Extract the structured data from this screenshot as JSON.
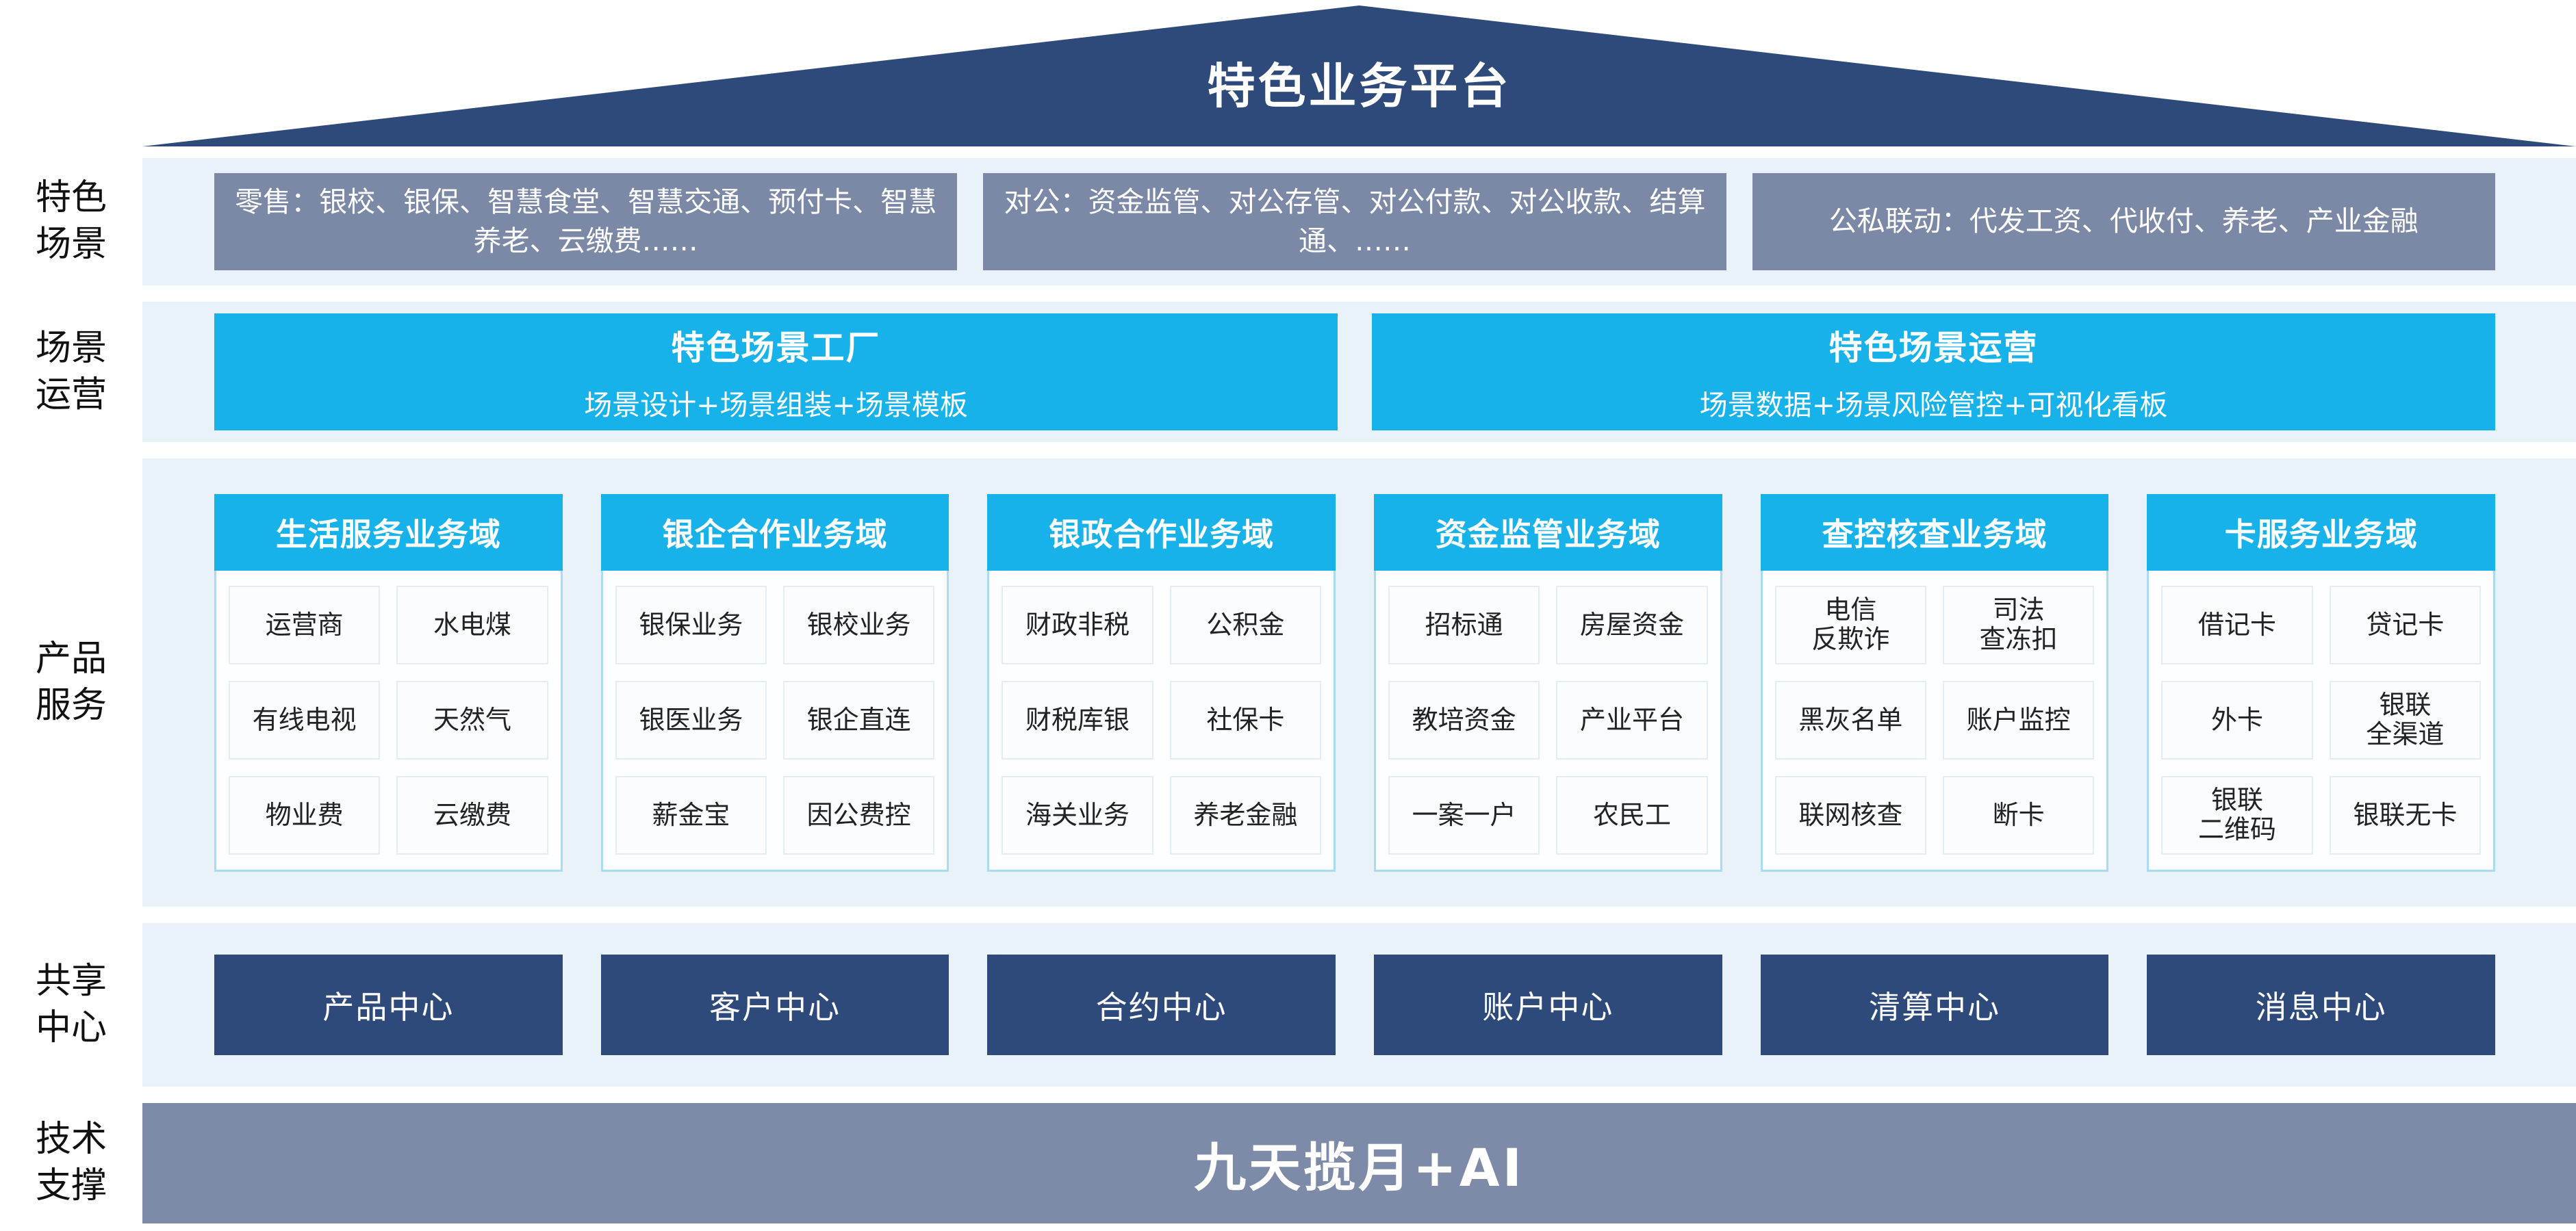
{
  "title": "特色业务平台",
  "colors": {
    "navy": "#2d4a7b",
    "cyan": "#18b2ea",
    "gray_blue": "#7b88a6",
    "tech_bar_gray": "#7d8ba9",
    "band_background": "#e9f2f9"
  },
  "rows": {
    "scenes": {
      "label": "特色\n场景",
      "boxes": [
        "零售：银校、银保、智慧食堂、智慧交通、预付卡、智慧养老、云缴费……",
        "对公：资金监管、对公存管、对公付款、对公收款、结算通、……",
        "公私联动：代发工资、代收付、养老、产业金融"
      ]
    },
    "operation": {
      "label": "场景\n运营",
      "boxes": [
        {
          "title": "特色场景工厂",
          "subtitle": "场景设计+场景组装+场景模板"
        },
        {
          "title": "特色场景运营",
          "subtitle": "场景数据+场景风险管控+可视化看板"
        }
      ]
    },
    "products": {
      "label": "产品\n服务",
      "columns": [
        {
          "title": "生活服务业务域",
          "cells": [
            "运营商",
            "水电煤",
            "有线电视",
            "天然气",
            "物业费",
            "云缴费"
          ]
        },
        {
          "title": "银企合作业务域",
          "cells": [
            "银保业务",
            "银校业务",
            "银医业务",
            "银企直连",
            "薪金宝",
            "因公费控"
          ]
        },
        {
          "title": "银政合作业务域",
          "cells": [
            "财政非税",
            "公积金",
            "财税库银",
            "社保卡",
            "海关业务",
            "养老金融"
          ]
        },
        {
          "title": "资金监管业务域",
          "cells": [
            "招标通",
            "房屋资金",
            "教培资金",
            "产业平台",
            "一案一户",
            "农民工"
          ]
        },
        {
          "title": "查控核查业务域",
          "cells": [
            "电信\n反欺诈",
            "司法\n查冻扣",
            "黑灰名单",
            "账户监控",
            "联网核查",
            "断卡"
          ]
        },
        {
          "title": "卡服务业务域",
          "cells": [
            "借记卡",
            "贷记卡",
            "外卡",
            "银联\n全渠道",
            "银联\n二维码",
            "银联无卡"
          ]
        }
      ]
    },
    "centers": {
      "label": "共享\n中心",
      "boxes": [
        "产品中心",
        "客户中心",
        "合约中心",
        "账户中心",
        "清算中心",
        "消息中心"
      ]
    },
    "tech": {
      "label": "技术\n支撑",
      "bar": "九天揽月+AI"
    }
  }
}
